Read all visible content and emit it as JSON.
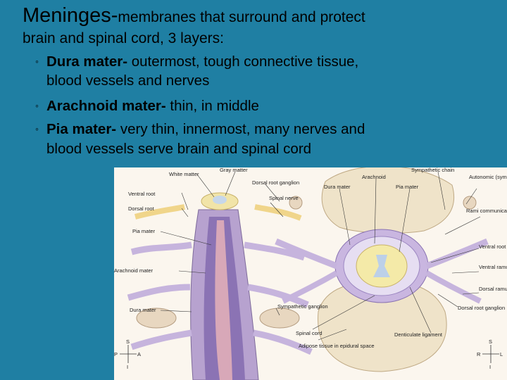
{
  "title": {
    "main": "Meninges-",
    "rest": "membranes that surround and protect"
  },
  "intro": "brain and spinal cord, 3 layers:",
  "bullets": [
    {
      "term": "Dura mater-",
      "line1": " outermost, tough connective tissue,",
      "line2": "blood vessels and nerves"
    },
    {
      "term": "Arachnoid mater-",
      "line1": " thin, in middle",
      "line2": ""
    },
    {
      "term": "Pia mater-",
      "line1": " very thin, innermost, many nerves and",
      "line2": "blood vessels serve brain and spinal cord"
    }
  ],
  "figure": {
    "labels": {
      "white_matter": "White matter",
      "gray_matter": "Gray matter",
      "ventral_root_left": "Ventral root",
      "dorsal_root_left": "Dorsal root",
      "dorsal_root_ganglion": "Dorsal root ganglion",
      "spinal_nerve": "Spinal nerve",
      "pia_mater_left": "Pia mater",
      "arachnoid_mater_left": "Arachnoid mater",
      "dura_mater_left": "Dura mater",
      "sympathetic_ganglion_left": "Sympathetic ganglion",
      "spinal_cord": "Spinal cord",
      "adipose_tissue": "Adipose tissue in epidural space",
      "dura_mater_right": "Dura mater",
      "arachnoid": "Arachnoid",
      "pia_mater_right": "Pia mater",
      "sympathetic_chain": "Sympathetic chain",
      "autonomic_ganglion": "Autonomic (sympathetic) ganglion",
      "rami_communicantes": "Rami communicantes",
      "ventral_root_right": "Ventral root",
      "ventral_ramus": "Ventral ramus",
      "dorsal_ramus": "Dorsal ramus",
      "dorsal_root_ganglion_right": "Dorsal root ganglion",
      "denticulate_ligament": "Denticulate ligament"
    },
    "compass_left": {
      "s": "S",
      "p": "P",
      "a": "A",
      "i": "I"
    },
    "compass_right": {
      "s": "S",
      "r": "R",
      "l": "L",
      "i": "I"
    }
  }
}
